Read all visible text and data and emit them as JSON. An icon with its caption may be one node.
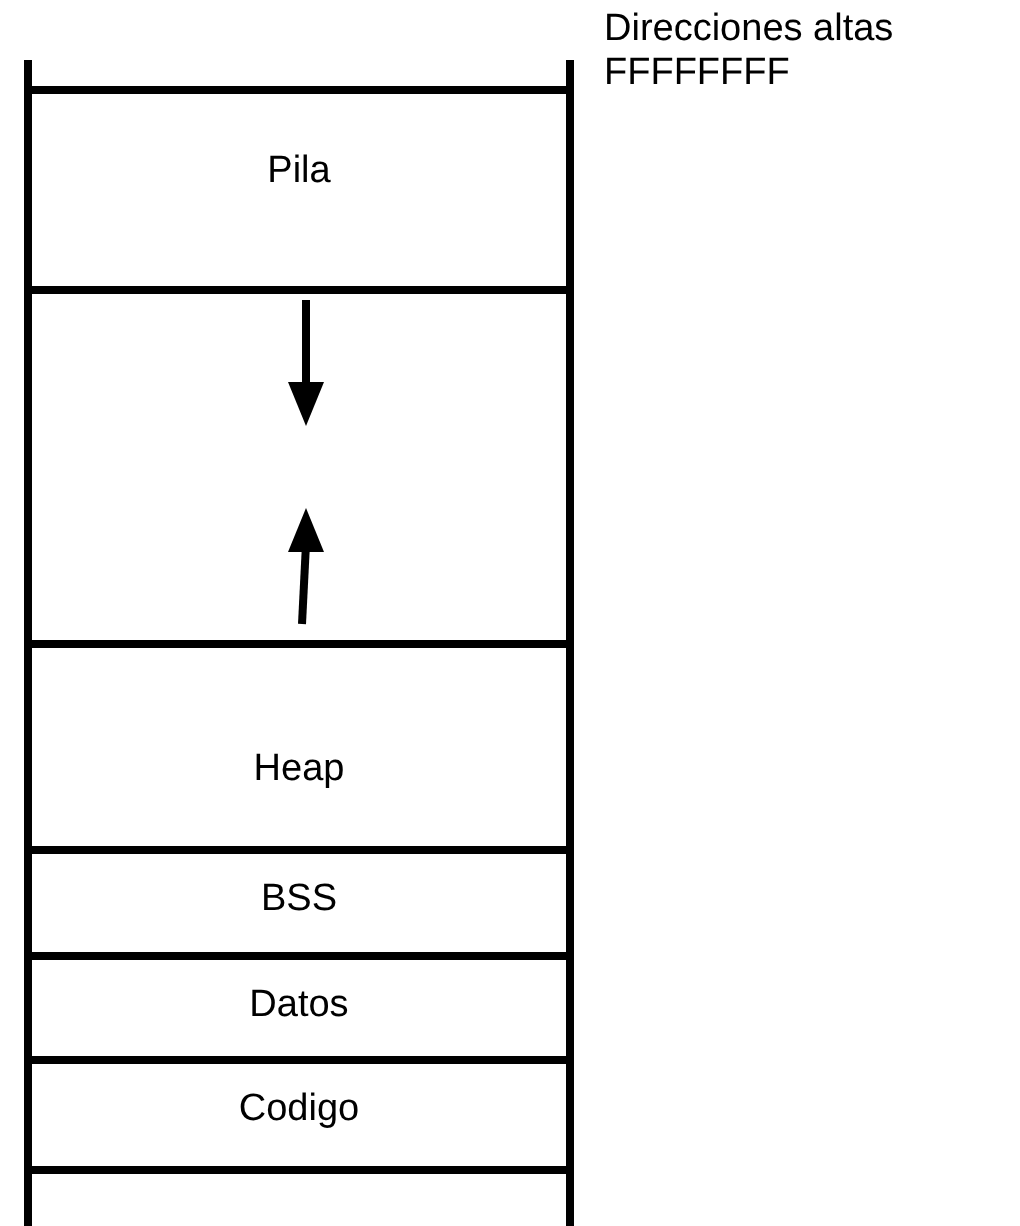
{
  "diagram": {
    "nodes": [
      {
        "text": [
          "Pila"
        ]
      },
      {
        "text": [],
        "shape": "box"
      },
      {
        "text": [
          "Heap"
        ]
      },
      {
        "text": [
          "BSS"
        ]
      },
      {
        "text": [
          "Datos"
        ]
      },
      {
        "text": [
          "Codigo"
        ]
      }
    ],
    "labels": [
      "Direcciones altas",
      "FFFFFFFF"
    ]
  }
}
